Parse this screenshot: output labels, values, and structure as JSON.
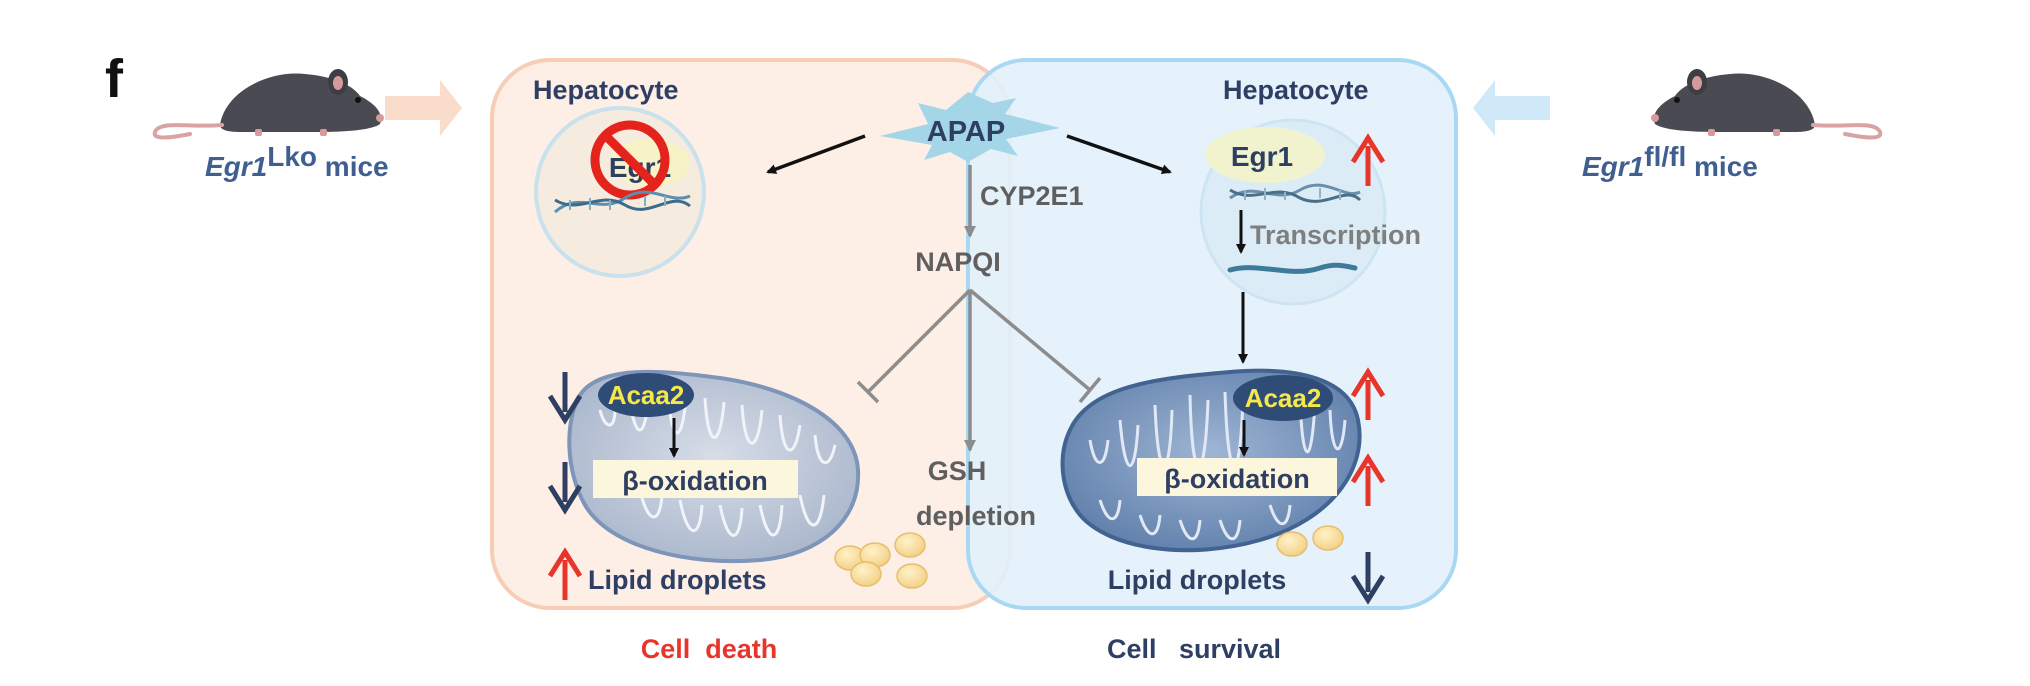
{
  "panel_label": "f",
  "left_mouse": {
    "gene": "Egr1",
    "superscript": "Lko",
    "suffix": " mice"
  },
  "right_mouse": {
    "gene": "Egr1",
    "superscript": "fl/fl",
    "suffix": " mice"
  },
  "left_cell": {
    "title": "Hepatocyte",
    "nucleus_gene": "Egr1",
    "enzyme": "Acaa2",
    "process": "β-oxidation",
    "lipid": "Lipid droplets",
    "outcome": "Cell  death"
  },
  "right_cell": {
    "title": "Hepatocyte",
    "nucleus_gene": "Egr1",
    "transcription": "Transcription",
    "enzyme": "Acaa2",
    "process": "β-oxidation",
    "lipid": "Lipid droplets",
    "outcome": "Cell   survival"
  },
  "center": {
    "drug": "APAP",
    "enzyme": "CYP2E1",
    "metabolite": "NAPQI",
    "effect_line1": "GSH",
    "effect_line2": "depletion"
  },
  "colors": {
    "left_cell_fill": "#fdeee6",
    "left_cell_stroke": "#f6cdb6",
    "right_cell_fill": "#e2f1fb",
    "right_cell_stroke": "#a9d8f3",
    "title_text": "#2f3f63",
    "up_arrow": "#e8352b",
    "down_arrow": "#2e3f63",
    "enzyme_text": "#f6e84a",
    "death_text": "#e8352b",
    "gray_text": "#7f7f7f"
  }
}
